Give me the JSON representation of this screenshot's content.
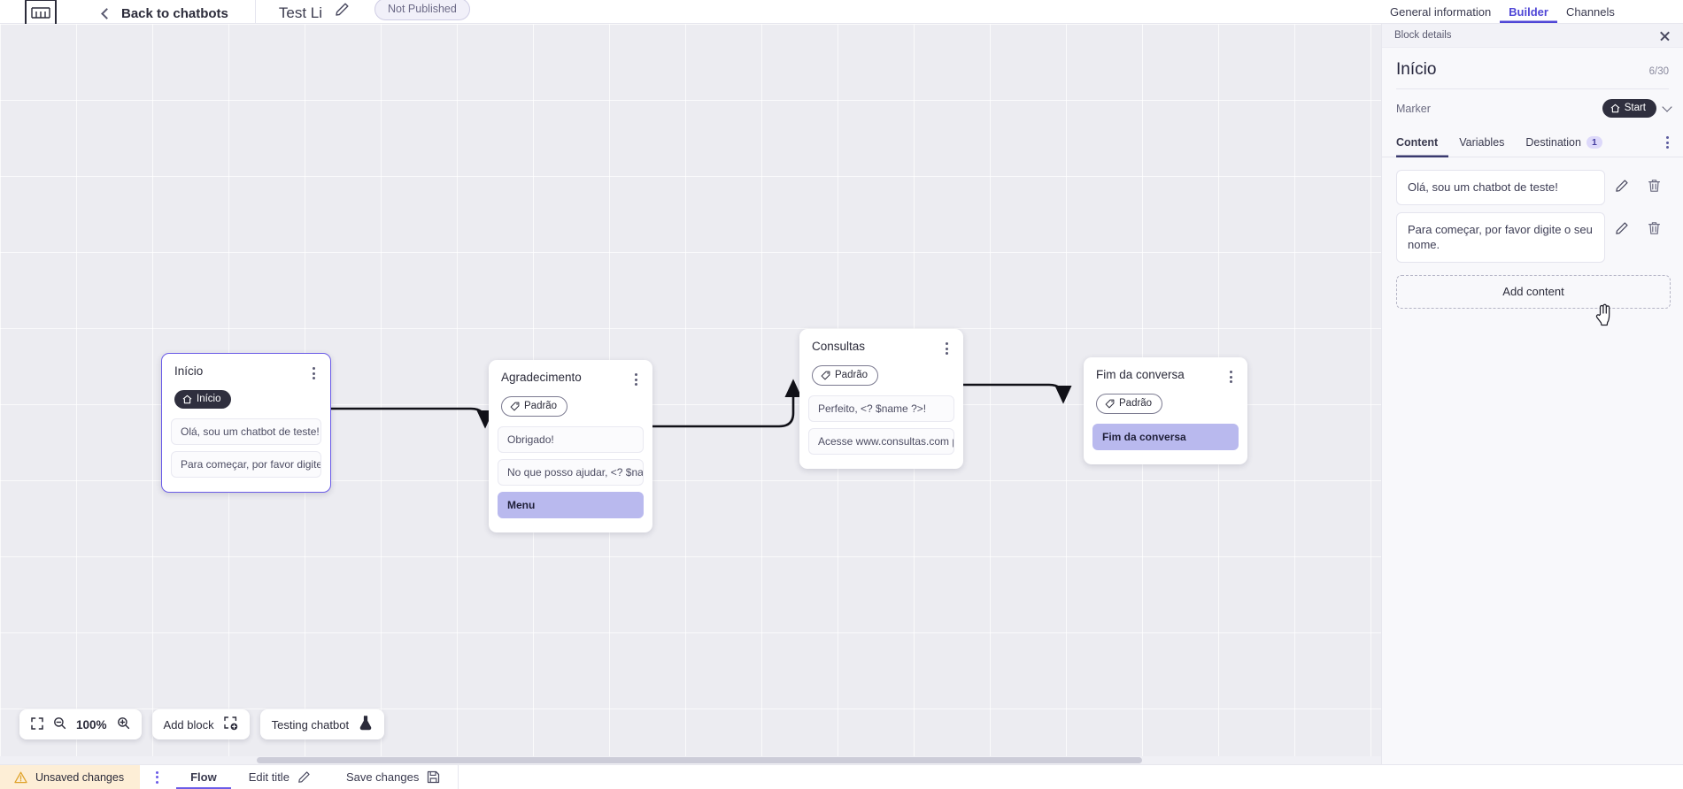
{
  "topbar": {
    "logo": "logo-icon",
    "back_label": "Back to chatbots",
    "bot_title": "Test Li",
    "edit_icon": "pencil-icon",
    "status_badge": "Not Published"
  },
  "right_tabs": [
    {
      "label": "General information",
      "active": false
    },
    {
      "label": "Builder",
      "active": true
    },
    {
      "label": "Channels",
      "active": false
    }
  ],
  "panel": {
    "header_title": "Block details",
    "close_icon": "close-icon",
    "block_title": "Início",
    "char_count": "6/30",
    "marker_label": "Marker",
    "marker_value": "Start",
    "marker_icon": "home-icon",
    "marker_chevron": "chevron-down-icon",
    "tabs": [
      {
        "label": "Content",
        "active": true,
        "badge": ""
      },
      {
        "label": "Variables",
        "active": false,
        "badge": ""
      },
      {
        "label": "Destination",
        "active": false,
        "badge": "1"
      }
    ],
    "overflow_icon": "kebab-menu-icon",
    "contents": [
      {
        "text": "Olá, sou um chatbot de teste!",
        "edit_icon": "pencil-icon",
        "delete_icon": "trash-icon"
      },
      {
        "text": "Para começar, por favor digite o seu nome.",
        "edit_icon": "pencil-icon",
        "delete_icon": "trash-icon"
      }
    ],
    "add_content_label": "Add content"
  },
  "canvas": {
    "zoom_level": "100%",
    "fit_icon": "fit-screen-icon",
    "zoom_out_icon": "zoom-out-icon",
    "zoom_in_icon": "zoom-in-icon",
    "add_block_label": "Add block",
    "add_block_icon": "add-block-icon",
    "testing_label": "Testing chatbot",
    "testing_icon": "flask-icon",
    "nodes": [
      {
        "id": "inicio",
        "title": "Início",
        "chip": {
          "label": "Início",
          "style": "start",
          "icon": "home-icon"
        },
        "selected": true,
        "messages": [
          {
            "text": "Olá, sou um chatbot de teste!",
            "style": "plain"
          },
          {
            "text": "Para começar, por favor digite o ...",
            "style": "plain"
          }
        ]
      },
      {
        "id": "agradecimento",
        "title": "Agradecimento",
        "chip": {
          "label": "Padrão",
          "style": "default",
          "icon": "tag-icon"
        },
        "selected": false,
        "messages": [
          {
            "text": "Obrigado!",
            "style": "plain"
          },
          {
            "text": "No que posso ajudar, <? $name ...",
            "style": "plain"
          },
          {
            "text": "Menu",
            "style": "lilac"
          }
        ]
      },
      {
        "id": "consultas",
        "title": "Consultas",
        "chip": {
          "label": "Padrão",
          "style": "default",
          "icon": "tag-icon"
        },
        "selected": false,
        "messages": [
          {
            "text": "Perfeito, <? $name ?>!",
            "style": "plain"
          },
          {
            "text": "Acesse www.consultas.com par...",
            "style": "plain"
          }
        ]
      },
      {
        "id": "fim",
        "title": "Fim da conversa",
        "chip": {
          "label": "Padrão",
          "style": "default",
          "icon": "tag-icon"
        },
        "selected": false,
        "messages": [
          {
            "text": "Fim da conversa",
            "style": "lilac"
          }
        ]
      }
    ]
  },
  "statusbar": {
    "unsaved_label": "Unsaved changes",
    "unsaved_icon": "warning-icon",
    "kebab_icon": "kebab-menu-icon",
    "flow_label": "Flow",
    "edit_title_label": "Edit title",
    "edit_title_icon": "pencil-icon",
    "save_label": "Save changes",
    "save_icon": "save-icon"
  },
  "colors": {
    "accent": "#6b5ce7",
    "tab_active": "#4f46d6",
    "lilac_msg": "#b9b9ee",
    "warning_bg": "#fdeed6",
    "canvas_bg": "#ececf1"
  }
}
